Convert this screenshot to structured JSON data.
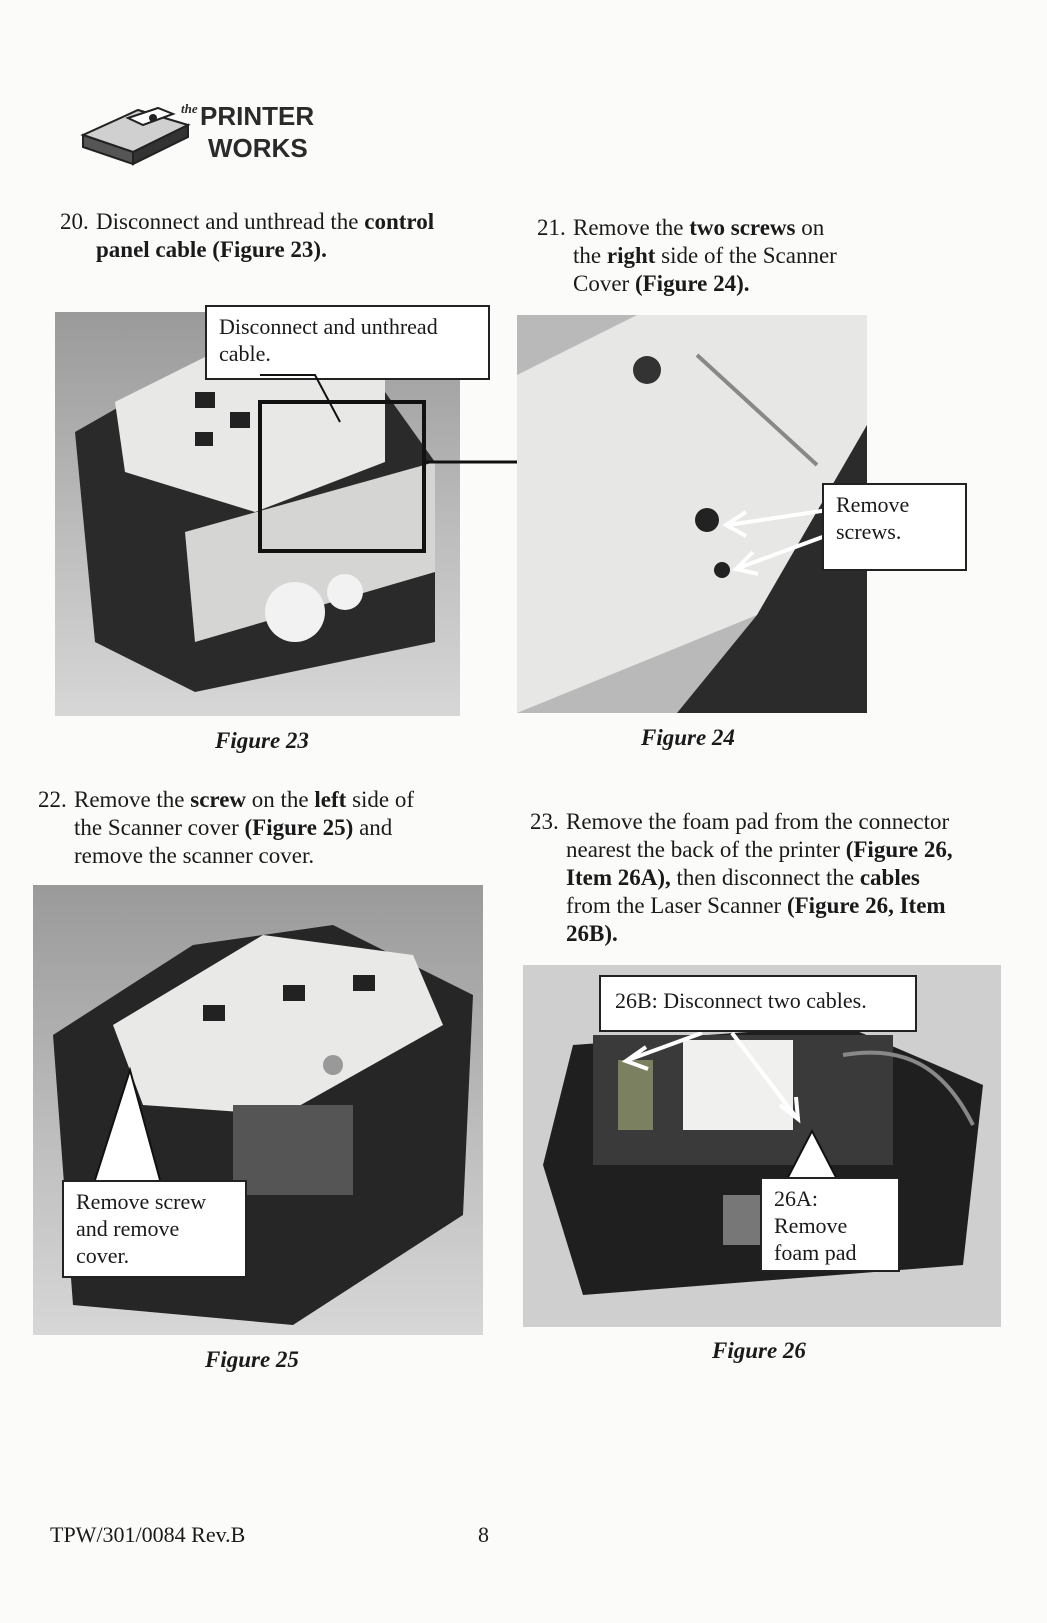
{
  "header": {
    "logo_the": "the",
    "logo_line1": "PRINTER",
    "logo_line2": "WORKS"
  },
  "steps": [
    {
      "num": "20.",
      "parts": [
        "Disconnect and unthread the ",
        "control",
        "panel cable (Figure 23)."
      ]
    },
    {
      "num": "21.",
      "line1a": "Remove the ",
      "line1b": "two screws",
      "line1c": " on",
      "line2a": "the ",
      "line2b": "right",
      "line2c": " side of the Scanner",
      "line3a": "Cover ",
      "line3b": "(Figure 24)."
    },
    {
      "num": "22.",
      "line1a": "Remove the ",
      "line1b": "screw",
      "line1c": " on the ",
      "line1d": "left",
      "line1e": " side of",
      "line2a": "the Scanner cover ",
      "line2b": "(Figure 25)",
      "line2c": " and",
      "line3": "remove the scanner cover."
    },
    {
      "num": "23.",
      "line1": "Remove the foam pad from the connector",
      "line2a": "nearest the back of the printer ",
      "line2b": "(Figure 26,",
      "line3a": "Item 26A),",
      "line3b": " then disconnect the ",
      "line3c": "cables",
      "line4a": "from the Laser Scanner ",
      "line4b": "(Figure 26, Item",
      "line5": "26B)."
    }
  ],
  "figures": [
    {
      "caption": "Figure 23",
      "callout": "Disconnect and unthread cable."
    },
    {
      "caption": "Figure 24",
      "callout": "Remove screws."
    },
    {
      "caption": "Figure 25",
      "callout": "Remove screw and remove cover."
    },
    {
      "caption": "Figure 26",
      "callout_a": "26A: Remove foam pad",
      "callout_b": "26B: Disconnect two cables."
    }
  ],
  "footer": {
    "doc_id": "TPW/301/0084 Rev.B",
    "page_number": "8"
  }
}
